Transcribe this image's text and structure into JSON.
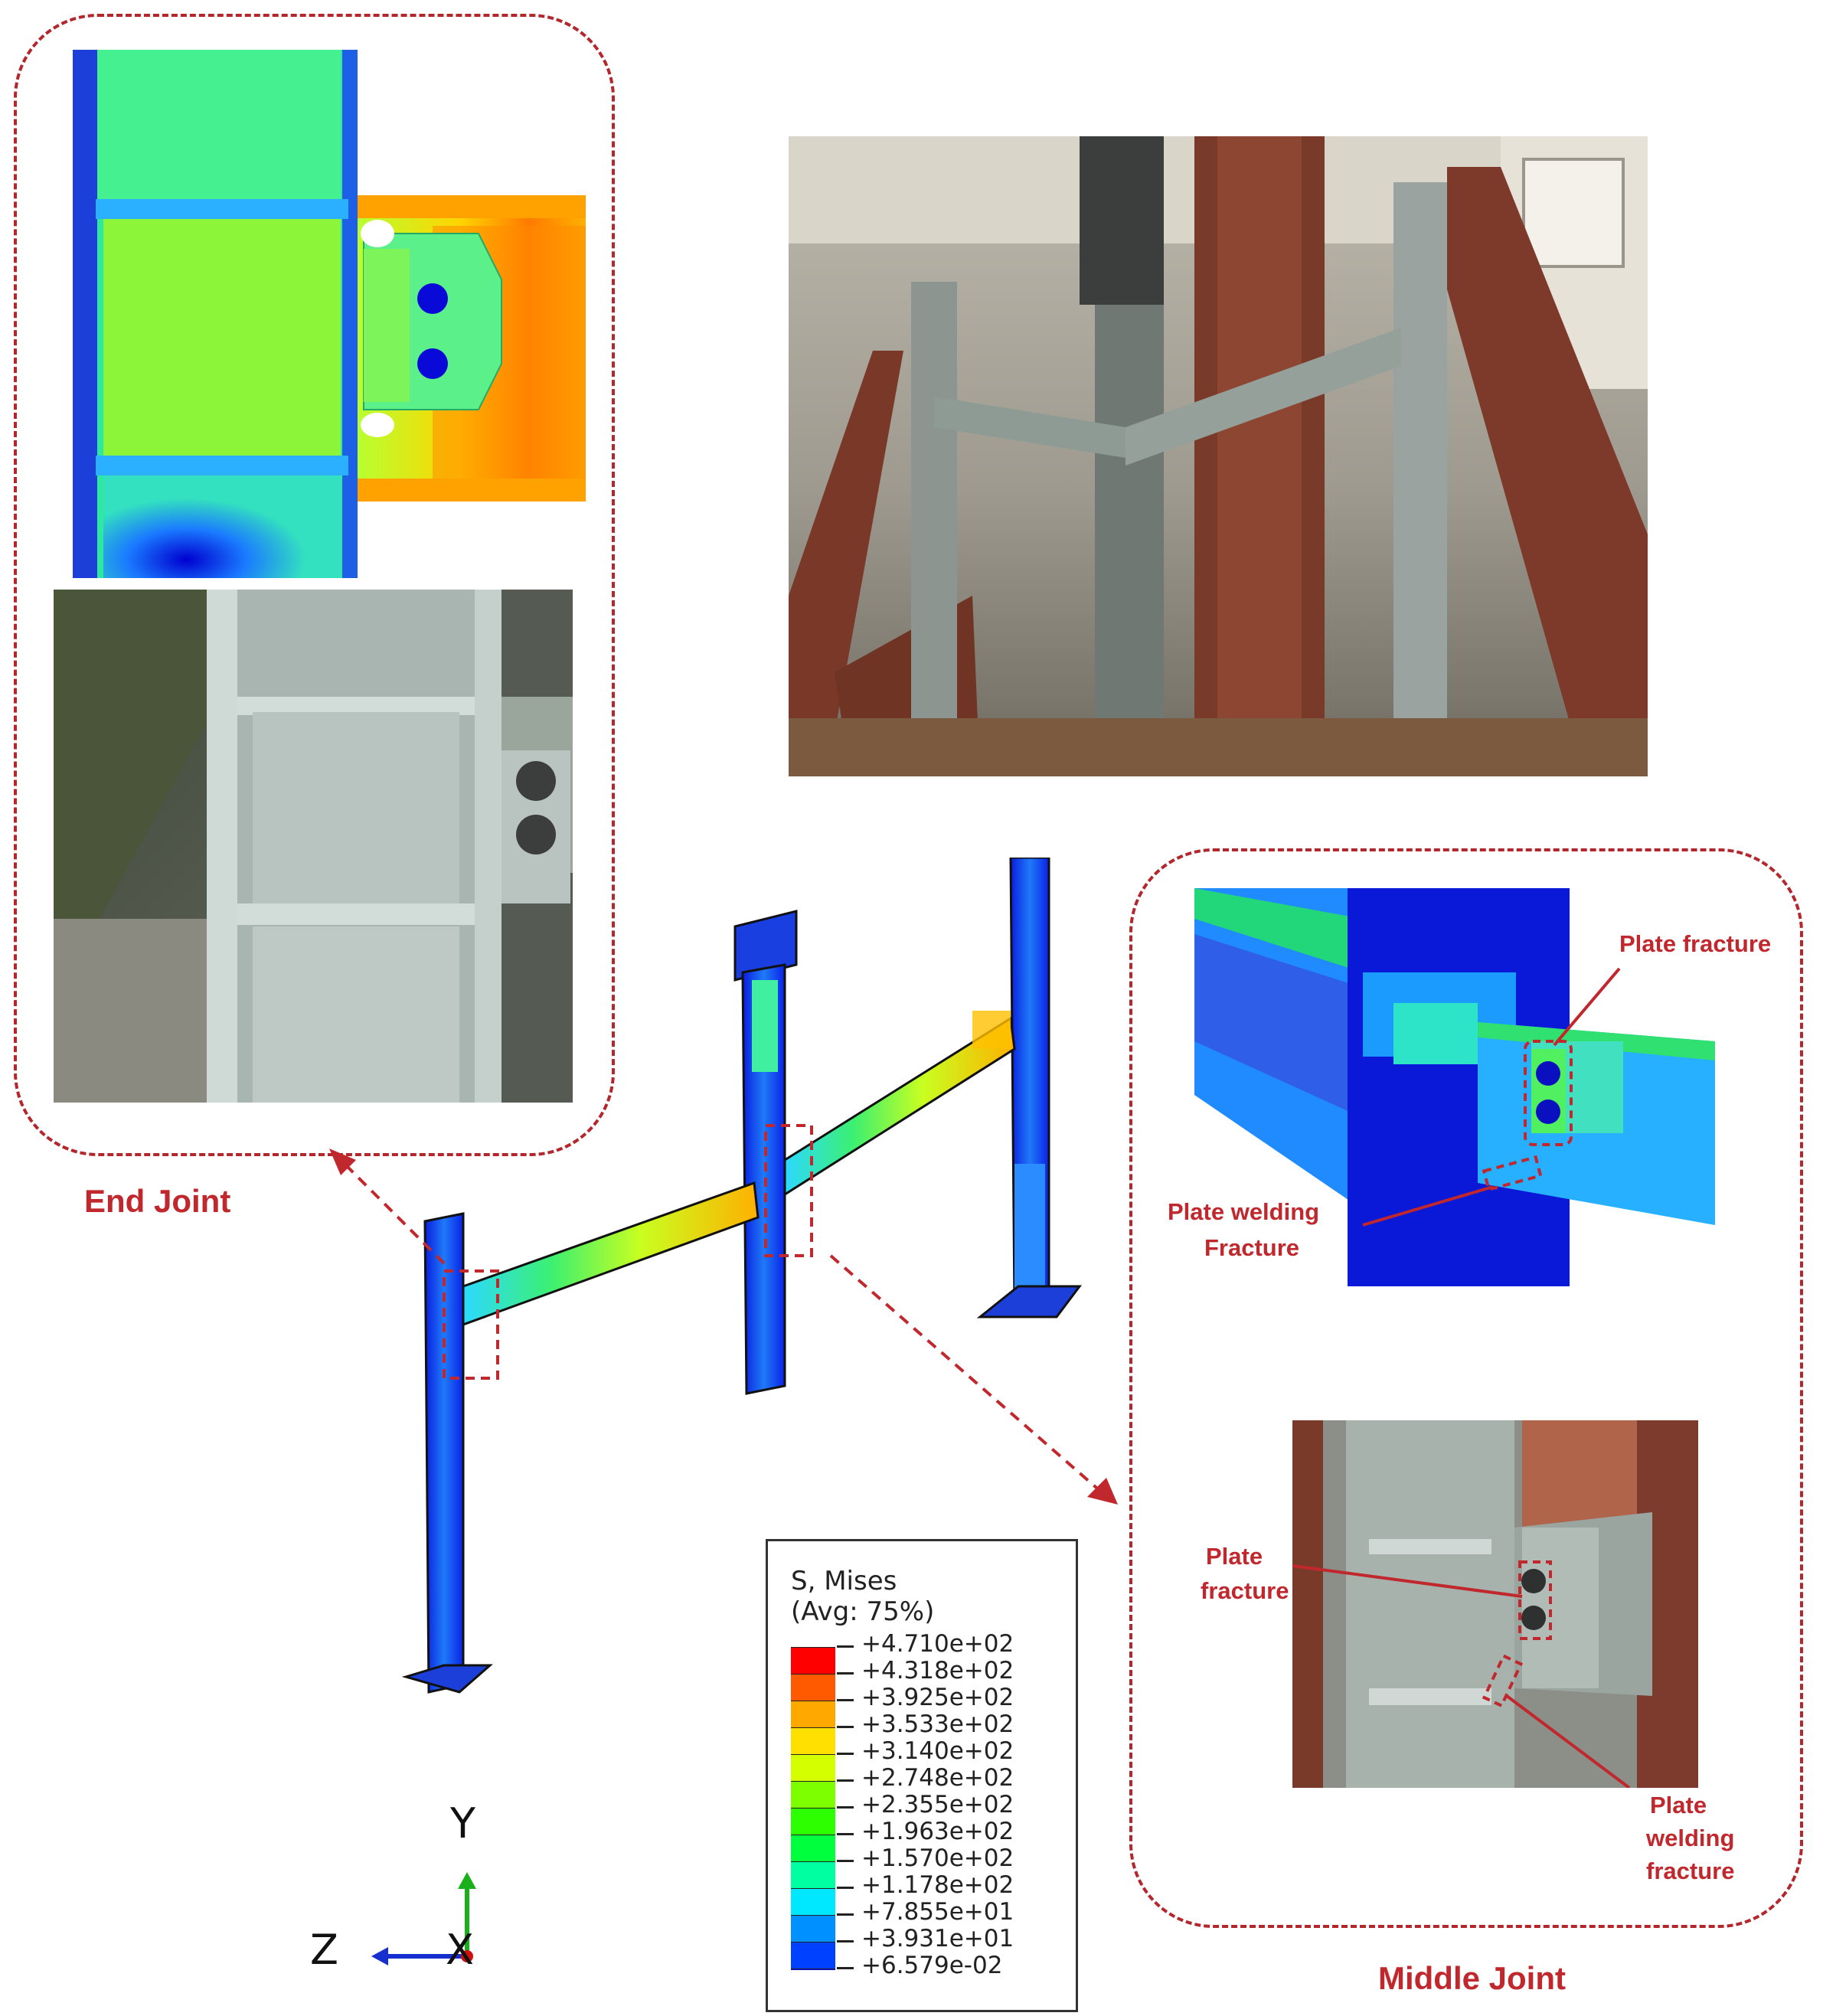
{
  "labels": {
    "end_joint": "End Joint",
    "middle_joint": "Middle Joint",
    "plate_fracture_top": "Plate fracture",
    "plate_welding_fracture_top_1": "Plate welding",
    "plate_welding_fracture_top_2": "Fracture",
    "plate_fracture_bottom_1": "Plate",
    "plate_fracture_bottom_2": "fracture",
    "plate_welding_fracture_bottom_1": "Plate",
    "plate_welding_fracture_bottom_2": "welding",
    "plate_welding_fracture_bottom_3": "fracture"
  },
  "legend": {
    "title_1": "S, Mises",
    "title_2": "(Avg: 75%)",
    "entries": [
      {
        "value": "+4.710e+02",
        "color": "#ff0000"
      },
      {
        "value": "+4.318e+02",
        "color": "#ff5a00"
      },
      {
        "value": "+3.925e+02",
        "color": "#ffa800"
      },
      {
        "value": "+3.533e+02",
        "color": "#ffe000"
      },
      {
        "value": "+3.140e+02",
        "color": "#d4ff00"
      },
      {
        "value": "+2.748e+02",
        "color": "#7eff00"
      },
      {
        "value": "+2.355e+02",
        "color": "#2eff00"
      },
      {
        "value": "+1.963e+02",
        "color": "#00ff3c"
      },
      {
        "value": "+1.570e+02",
        "color": "#00ffa0"
      },
      {
        "value": "+1.178e+02",
        "color": "#00e8ff"
      },
      {
        "value": "+7.855e+01",
        "color": "#0090ff"
      },
      {
        "value": "+3.931e+01",
        "color": "#0040ff"
      },
      {
        "value": "+6.579e-02",
        "color": "#0000ff"
      }
    ]
  },
  "axes": {
    "y": "Y",
    "z": "Z",
    "x": "X"
  }
}
